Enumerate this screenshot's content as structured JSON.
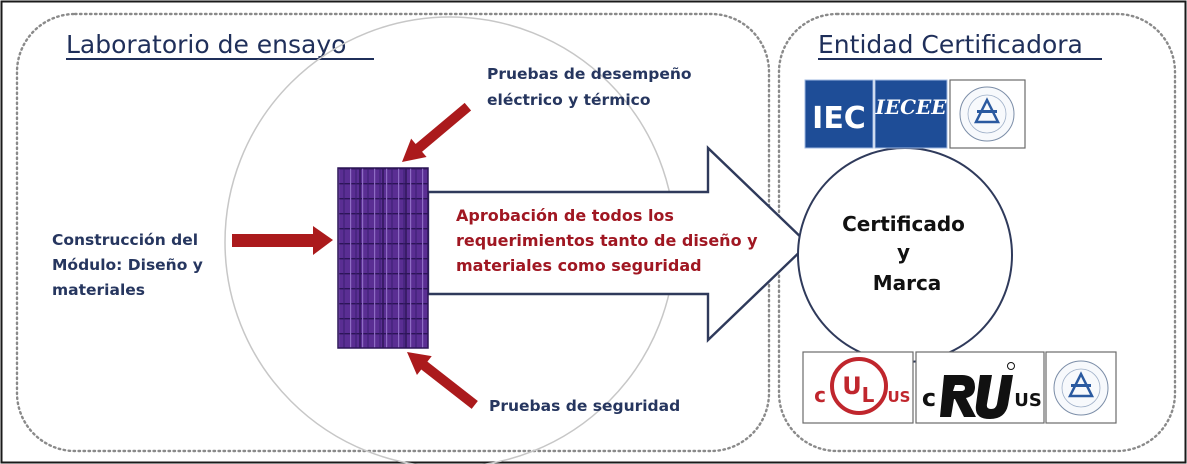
{
  "lab": {
    "title": "Laboratorio de ensayo",
    "label_construction": [
      "Construcción del",
      "Módulo: Diseño y",
      "materiales"
    ],
    "label_performance": [
      "Pruebas de desempeño",
      "eléctrico y térmico"
    ],
    "label_safety": "Pruebas de seguridad"
  },
  "approval": [
    "Aprobación de todos los",
    "requerimientos tanto de diseño y",
    "materiales como seguridad"
  ],
  "entity": {
    "title": "Entidad Certificadora",
    "certificate": [
      "Certificado",
      "y",
      "Marca"
    ],
    "logos_top": {
      "iec": "IEC",
      "iecee": "IECEE"
    },
    "logos_bottom": {
      "ul_c": "c",
      "ul_u": "U",
      "ul_l": "L",
      "ul_us": "US",
      "ru_c": "c",
      "ru_us": "US"
    }
  },
  "colors": {
    "arrow_red": "#ab1a1c",
    "text_red": "#a01722",
    "text_navy": "#26365f",
    "title_navy": "#1f2f5a",
    "panel_purple": "#4d2a86",
    "logo_blue": "#1e4d97",
    "ul_red": "#c0262d"
  }
}
